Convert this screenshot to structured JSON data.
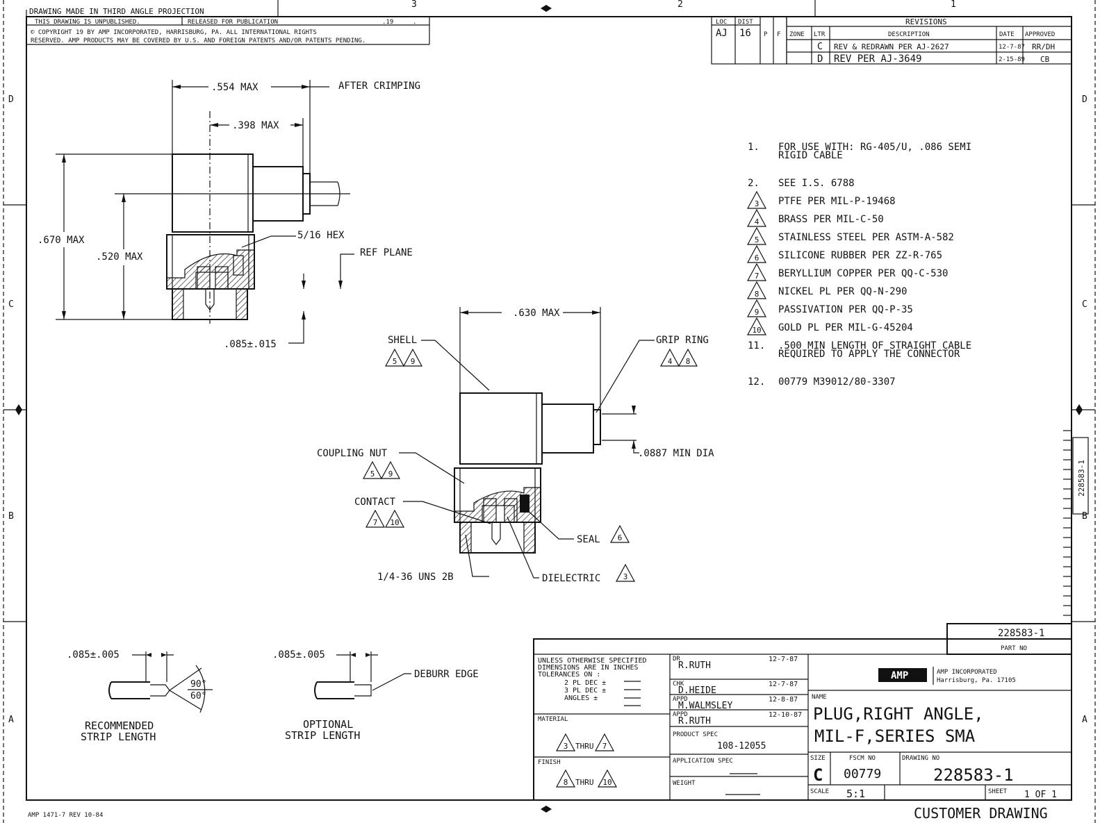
{
  "header": {
    "projection": "DRAWING MADE IN THIRD ANGLE PROJECTION",
    "unpublished": "THIS DRAWING IS UNPUBLISHED.",
    "released": "RELEASED FOR PUBLICATION",
    "year": ".19",
    "dot": ".",
    "copyright_line1": "© COPYRIGHT 19      BY  AMP  INCORPORATED, HARRISBURG, PA.  ALL INTERNATIONAL RIGHTS",
    "copyright_line2": "RESERVED. AMP PRODUCTS MAY BE COVERED BY U.S. AND FOREIGN PATENTS AND/OR PATENTS PENDING."
  },
  "border": {
    "top_zones": [
      "3",
      "2",
      "1"
    ],
    "left_zones": [
      "D",
      "C",
      "B",
      "A"
    ],
    "right_zones": [
      "D",
      "C",
      "B",
      "A"
    ],
    "side_tab": "228583-1",
    "form_no": "AMP 1471-7 REV 10-84",
    "footer": "CUSTOMER DRAWING"
  },
  "loc_dist": {
    "loc_label": "LOC",
    "loc": "AJ",
    "dist_label": "DIST",
    "dist": "16",
    "p": "P",
    "f": "F"
  },
  "revisions": {
    "title": "REVISIONS",
    "headers": [
      "ZONE",
      "LTR",
      "DESCRIPTION",
      "DATE",
      "APPROVED"
    ],
    "rows": [
      {
        "zone": "",
        "ltr": "C",
        "description": "REV & REDRAWN PER AJ-2627",
        "date": "12-7-87",
        "approved": "RR/DH"
      },
      {
        "zone": "",
        "ltr": "D",
        "description": "REV PER AJ-3649",
        "date": "2-15-89",
        "approved": "CB"
      }
    ]
  },
  "notes": [
    {
      "num": "1.",
      "lines": [
        "FOR USE WITH: RG-405/U, .086 SEMI",
        "RIGID CABLE"
      ]
    },
    {
      "num": "2.",
      "lines": [
        "SEE I.S. 6788"
      ]
    },
    {
      "num": "3",
      "lines": [
        "PTFE PER MIL-P-19468"
      ]
    },
    {
      "num": "4",
      "lines": [
        "BRASS PER MIL-C-50"
      ]
    },
    {
      "num": "5",
      "lines": [
        "STAINLESS STEEL PER ASTM-A-582"
      ]
    },
    {
      "num": "6",
      "lines": [
        "SILICONE RUBBER PER ZZ-R-765"
      ]
    },
    {
      "num": "7",
      "lines": [
        "BERYLLIUM COPPER PER QQ-C-530"
      ]
    },
    {
      "num": "8",
      "lines": [
        "NICKEL PL PER QQ-N-290"
      ]
    },
    {
      "num": "9",
      "lines": [
        "PASSIVATION PER QQ-P-35"
      ]
    },
    {
      "num": "10",
      "lines": [
        "GOLD PL PER MIL-G-45204"
      ]
    },
    {
      "num": "11.",
      "lines": [
        ".500 MIN LENGTH OF STRAIGHT CABLE",
        "REQUIRED TO APPLY THE CONNECTOR"
      ]
    },
    {
      "num": "12.",
      "lines": [
        "00779 M39012/80-3307"
      ]
    }
  ],
  "view1": {
    "dim_554": ".554 MAX",
    "after_crimping": "AFTER CRIMPING",
    "dim_398": ".398 MAX",
    "dim_670": ".670 MAX",
    "dim_520": ".520 MAX",
    "hex": "5/16 HEX",
    "ref_plane": "REF PLANE",
    "dim_085": ".085±.015"
  },
  "view2": {
    "dim_630": ".630 MAX",
    "shell": "SHELL",
    "shell_notes": [
      "5",
      "9"
    ],
    "grip_ring": "GRIP RING",
    "grip_notes": [
      "4",
      "8"
    ],
    "min_dia": ".0887 MIN DIA",
    "coupling_nut": "COUPLING NUT",
    "coupling_notes": [
      "5",
      "9"
    ],
    "contact": "CONTACT",
    "contact_notes": [
      "7",
      "10"
    ],
    "seal": "SEAL",
    "seal_note": "6",
    "thread": "1/4-36 UNS 2B",
    "dielectric": "DIELECTRIC",
    "dielectric_note": "3"
  },
  "strip": {
    "rec_dim": ".085±.005",
    "angle_top": "90°",
    "angle_bottom": "60°",
    "rec_label_1": "RECOMMENDED",
    "rec_label_2": "STRIP LENGTH",
    "opt_dim": ".085±.005",
    "deburr": "DEBURR EDGE",
    "opt_label_1": "OPTIONAL",
    "opt_label_2": "STRIP LENGTH"
  },
  "title_block": {
    "part_no": "228583-1",
    "part_no_label": "PART NO",
    "tol_lines": [
      "UNLESS OTHERWISE SPECIFIED",
      "DIMENSIONS ARE IN INCHES",
      "TOLERANCES  ON :",
      "2 PL DEC  ±",
      "3 PL DEC  ±",
      "ANGLES    ±"
    ],
    "material_label": "MATERIAL",
    "material_from": "3",
    "material_thru": "THRU",
    "material_to": "7",
    "finish_label": "FINISH",
    "finish_from": "8",
    "finish_thru": "THRU",
    "finish_to": "10",
    "sign": [
      {
        "role": "DR",
        "name": "R.RUTH",
        "date": "12-7-87"
      },
      {
        "role": "CHK",
        "name": "D.HEIDE",
        "date": "12-7-87"
      },
      {
        "role": "APPD",
        "name": "M.WALMSLEY",
        "date": "12-8-87"
      },
      {
        "role": "APPD",
        "name": "R.RUTH",
        "date": "12-10-87"
      }
    ],
    "product_spec_label": "PRODUCT SPEC",
    "product_spec": "108-12055",
    "application_spec_label": "APPLICATION SPEC",
    "weight_label": "WEIGHT",
    "logo": "AMP",
    "company_1": "AMP INCORPORATED",
    "company_2": "Harrisburg, Pa.  17105",
    "name_label": "NAME",
    "name_1": "PLUG,RIGHT ANGLE,",
    "name_2": "MIL-F,SERIES SMA",
    "size_label": "SIZE",
    "size": "C",
    "fscm_label": "FSCM NO",
    "fscm": "00779",
    "dwg_label": "DRAWING NO",
    "dwg_no": "228583-1",
    "scale_label": "SCALE",
    "scale": "5:1",
    "sheet_label": "SHEET",
    "sheet": "1 OF 1"
  }
}
